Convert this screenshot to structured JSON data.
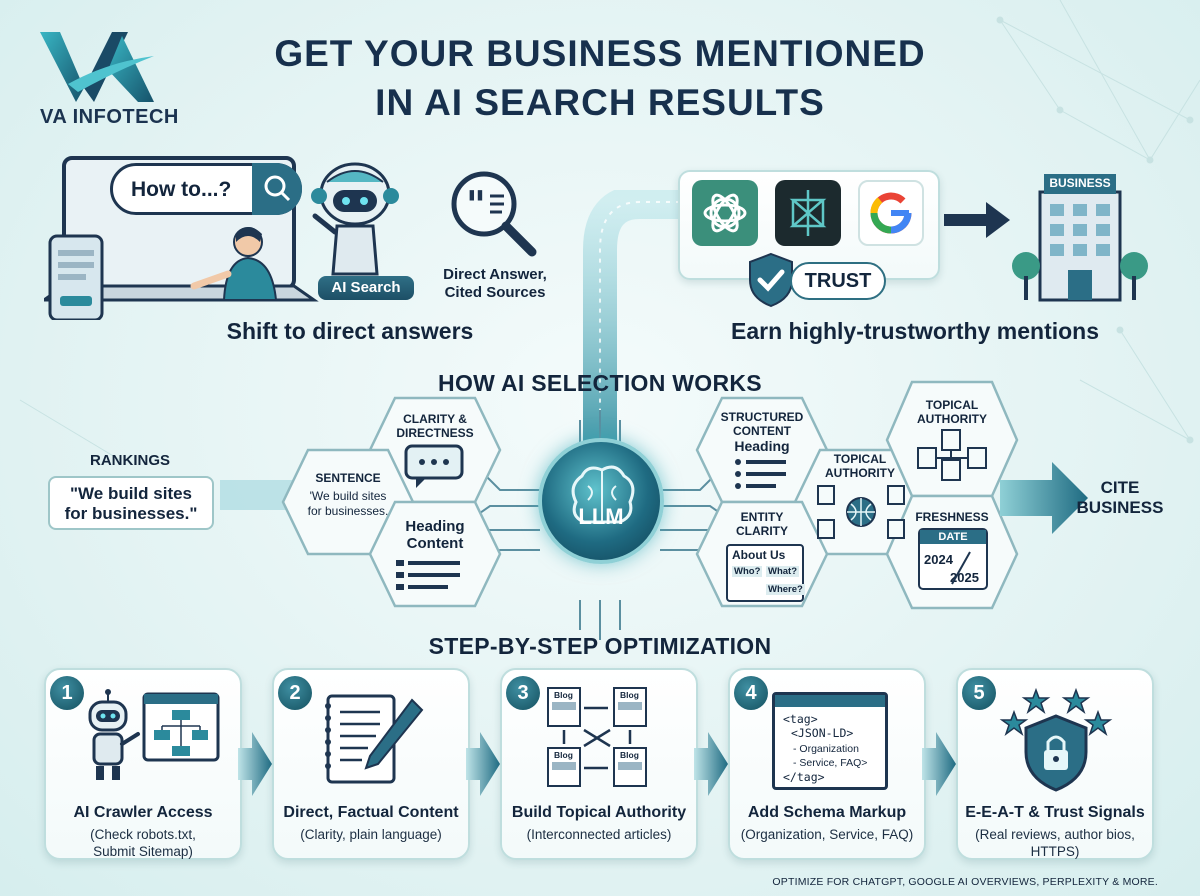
{
  "brand": {
    "name": "VA INFOTECH",
    "colors": {
      "navy": "#17304d",
      "teal": "#2b8a9c",
      "teal_dark": "#14505f",
      "bg": "#e3f3f3"
    }
  },
  "title": {
    "line1": "GET YOUR BUSINESS MENTIONED",
    "line2": "IN AI SEARCH RESULTS"
  },
  "top_left": {
    "search_text": "How to...?",
    "ai_search_label": "AI Search",
    "direct_answer_line1": "Direct Answer,",
    "direct_answer_line2": "Cited Sources",
    "caption": "Shift to direct answers"
  },
  "top_right": {
    "platform_icons": [
      "chatgpt-icon",
      "perplexity-icon",
      "google-icon"
    ],
    "trust_label": "TRUST",
    "business_label": "BUSINESS",
    "caption": "Earn highly-trustworthy mentions"
  },
  "selection": {
    "heading": "HOW AI SELECTION WORKS",
    "rankings_label": "RANKINGS",
    "rankings_quote_line1": "\"We build sites",
    "rankings_quote_line2": "for businesses.\"",
    "center_label": "LLM",
    "output_line1": "CITE",
    "output_line2": "BUSINESS",
    "hexes": {
      "clarity": {
        "line1": "CLARITY &",
        "line2": "DIRECTNESS"
      },
      "sentence": {
        "label": "SENTENCE",
        "text_line1": "'We build sites",
        "text_line2": "for businesses."
      },
      "heading_content": {
        "line1": "Heading",
        "line2": "Content"
      },
      "structured": {
        "line1": "STRUCTURED",
        "line2": "CONTENT",
        "line3": "Heading"
      },
      "topical_top": {
        "line1": "TOPICAL",
        "line2": "AUTHORITY"
      },
      "topical_mid": {
        "line1": "TOPICAL",
        "line2": "AUTHORITY"
      },
      "entity": {
        "line1": "ENTITY",
        "line2": "CLARITY",
        "about": "About Us",
        "q1": "Who?",
        "q2": "What?",
        "q3": "Where?"
      },
      "freshness": {
        "label": "FRESHNESS",
        "date_label": "DATE",
        "year1": "2024",
        "year2": "2025"
      }
    }
  },
  "steps": {
    "heading": "STEP-BY-STEP OPTIMIZATION",
    "items": [
      {
        "num": "1",
        "title": "AI Crawler Access",
        "sub1": "(Check robots.txt,",
        "sub2": "Submit Sitemap)"
      },
      {
        "num": "2",
        "title": "Direct, Factual Content",
        "sub1": "(Clarity, plain language)",
        "sub2": ""
      },
      {
        "num": "3",
        "title": "Build Topical Authority",
        "sub1": "(Interconnected articles)",
        "sub2": "",
        "blog": "Blog"
      },
      {
        "num": "4",
        "title": "Add Schema Markup",
        "sub1": "(Organization, Service, FAQ)",
        "sub2": "",
        "code": [
          "<tag>",
          "<JSON-LD>",
          "- Organization",
          "- Service, FAQ>",
          "</tag>"
        ]
      },
      {
        "num": "5",
        "title": "E-E-A-T & Trust Signals",
        "sub1": "(Real reviews, author bios,",
        "sub2": "HTTPS)"
      }
    ]
  },
  "footer": "OPTIMIZE FOR CHATGPT, GOOGLE AI OVERVIEWS, PERPLEXITY & MORE."
}
